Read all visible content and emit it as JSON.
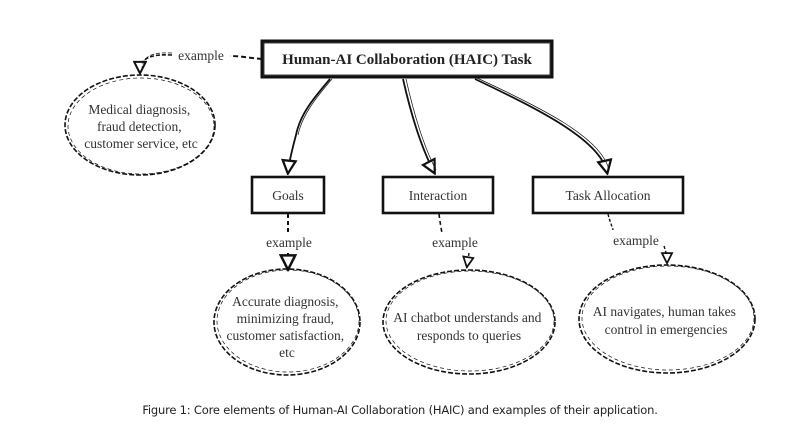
{
  "diagram": {
    "root": {
      "label": "Human-AI Collaboration (HAIC) Task"
    },
    "root_example": {
      "label": "example",
      "text": [
        "Medical diagnosis,",
        "fraud detection,",
        "customer service, etc"
      ]
    },
    "elements": [
      {
        "label": "Goals",
        "example_label": "example",
        "example_text": [
          "Accurate diagnosis,",
          "minimizing fraud,",
          "customer satisfaction,",
          "etc"
        ]
      },
      {
        "label": "Interaction",
        "example_label": "example",
        "example_text": [
          "AI chatbot understands and",
          "responds to queries"
        ]
      },
      {
        "label": "Task Allocation",
        "example_label": "example",
        "example_text": [
          "AI navigates, human takes",
          "control in emergencies"
        ]
      }
    ],
    "colors": {
      "stroke": "#111111",
      "text": "#222222",
      "background": "#ffffff"
    }
  },
  "caption": "Figure 1: Core elements of Human-AI Collaboration (HAIC) and examples of their application."
}
